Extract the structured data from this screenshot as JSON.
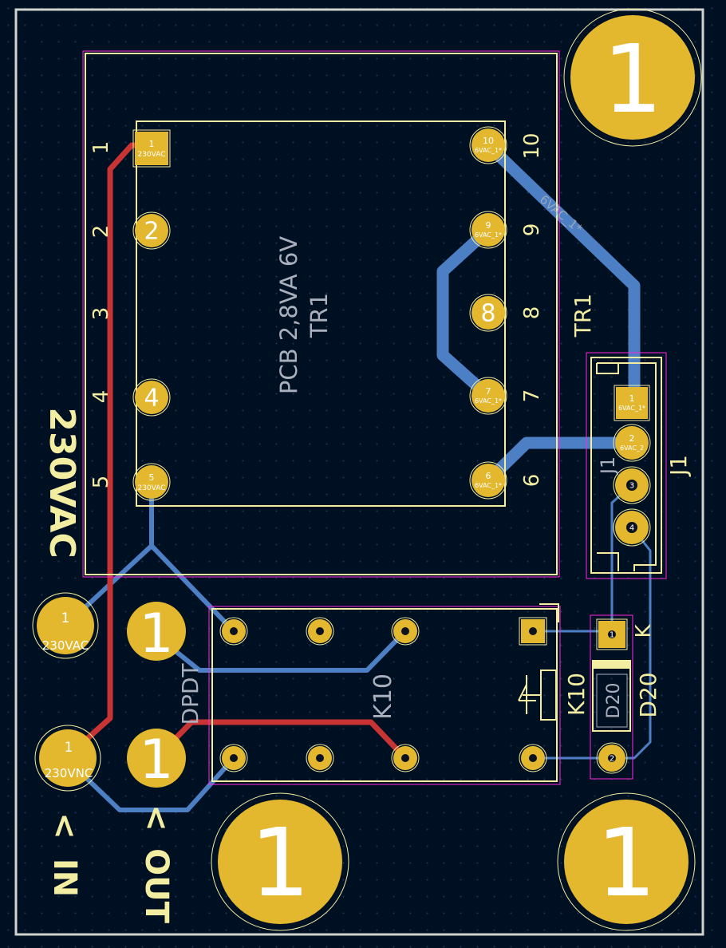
{
  "board": {
    "label_230vac": "230VAC",
    "label_in": "IN",
    "label_out": "OUT",
    "arrow_in": "<",
    "arrow_out": "<",
    "mounting_hole_label": "1"
  },
  "transformer": {
    "ref": "TR1",
    "value": "PCB 2,8VA 6V",
    "fab_ref": "TR1",
    "pin_numbers_left": [
      "1",
      "2",
      "3",
      "4",
      "5"
    ],
    "pin_numbers_right": [
      "10",
      "9",
      "8",
      "7",
      "6"
    ],
    "pad_numbers": [
      "1",
      "2",
      "4",
      "5",
      "10",
      "9",
      "8",
      "7",
      "6"
    ],
    "pad_net_230vac": "230VAC",
    "pad_net_6vac": "6VAC_1*",
    "trace_net_label": "6VAC_1*"
  },
  "connector_j1": {
    "ref": "J1",
    "fab_ref": "J1",
    "pad_numbers": [
      "1",
      "2",
      "3",
      "4"
    ],
    "pad1_net": "6VAC_1*",
    "pad2_net": "6VAC_2"
  },
  "relay_k10": {
    "ref": "K10",
    "value": "DPDT"
  },
  "diode_d20": {
    "ref": "D20",
    "fab_ref": "D20",
    "cathode_label": "K",
    "pad_numbers": [
      "1",
      "2"
    ]
  },
  "terminals": {
    "in_230vac_label": "230VAC",
    "in_230vnc_label": "230VNC",
    "pad_number": "1"
  },
  "colors": {
    "background": "#001023",
    "front_copper": "#c83434",
    "back_copper": "#4d7fc4",
    "pad": "#e3b72e",
    "silkscreen": "#f2eda1",
    "courtyard": "#ff26e2",
    "edge_cuts": "#d0d2cd"
  }
}
